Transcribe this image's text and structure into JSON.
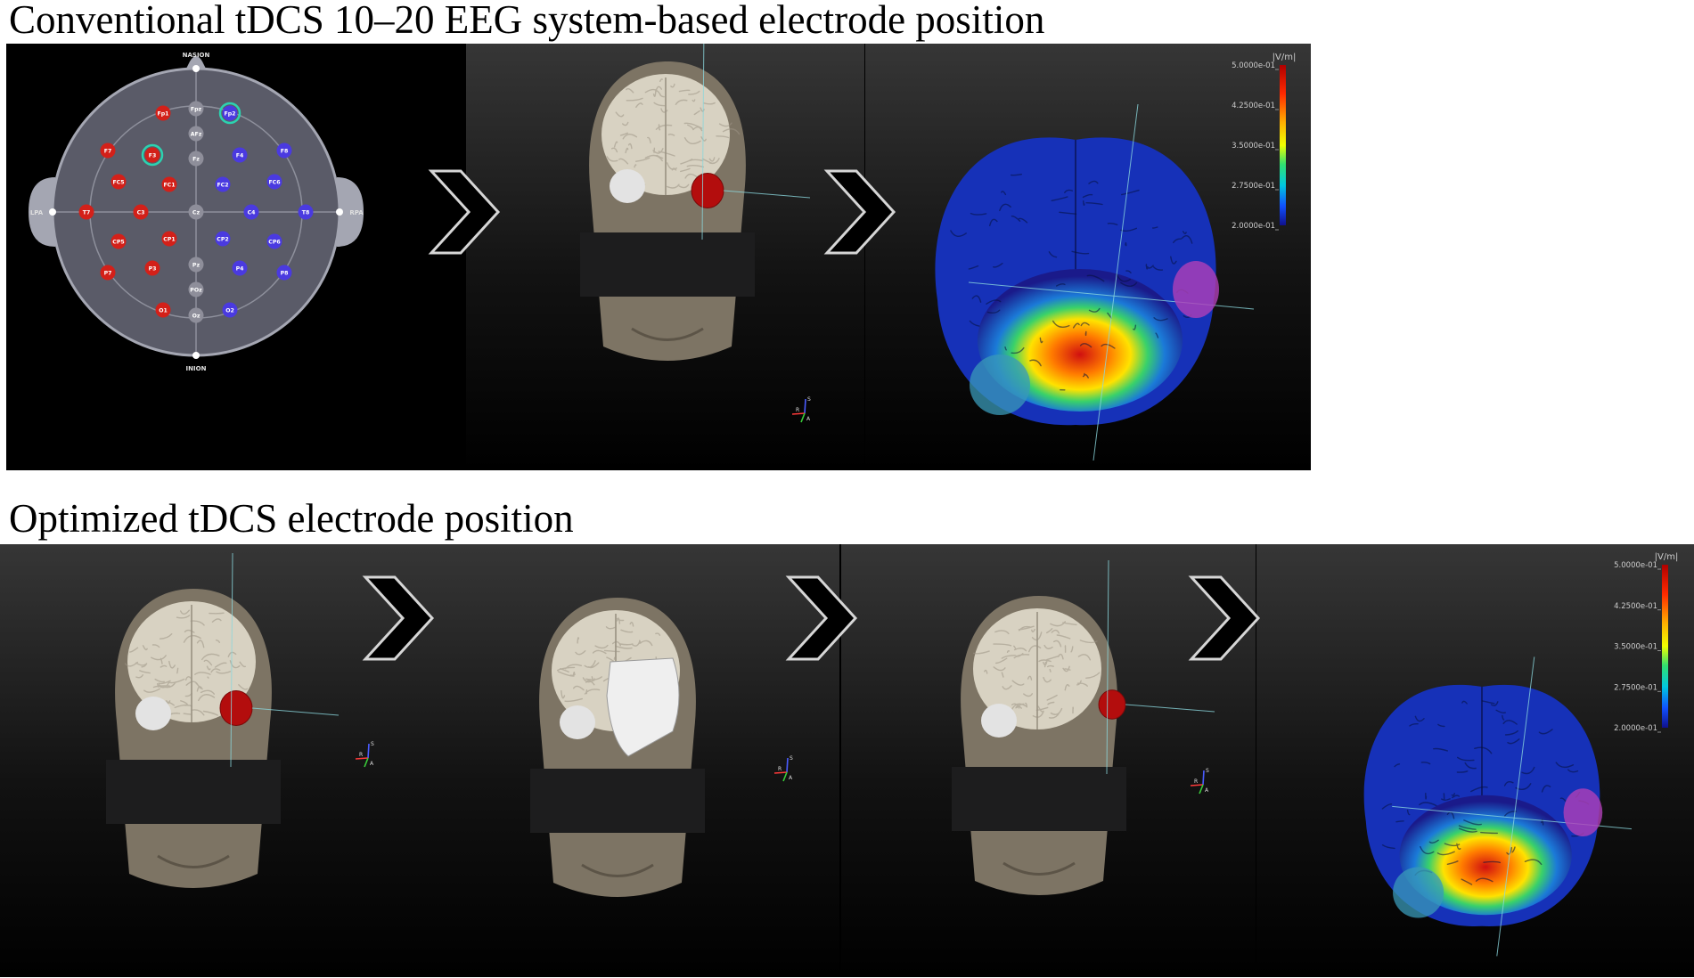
{
  "sections": [
    {
      "title": "Conventional tDCS 10–20 EEG system-based electrode position"
    },
    {
      "title": "Optimized tDCS electrode position"
    }
  ],
  "eeg_map": {
    "landmarks": {
      "nasion": "NASION",
      "inion": "INION",
      "lpa": "LPA",
      "rpa": "RPA"
    },
    "electrodes": [
      {
        "label": "Fp1",
        "color": "#d32019"
      },
      {
        "label": "Fpz",
        "color": "#8e8e9a"
      },
      {
        "label": "Fp2",
        "color": "#4a3ae0"
      },
      {
        "label": "AFz",
        "color": "#8e8e9a"
      },
      {
        "label": "F7",
        "color": "#d32019"
      },
      {
        "label": "F3",
        "color": "#d32019"
      },
      {
        "label": "Fz",
        "color": "#8e8e9a"
      },
      {
        "label": "F4",
        "color": "#4a3ae0"
      },
      {
        "label": "F8",
        "color": "#4a3ae0"
      },
      {
        "label": "FC5",
        "color": "#d32019"
      },
      {
        "label": "FC1",
        "color": "#d32019"
      },
      {
        "label": "FC2",
        "color": "#4a3ae0"
      },
      {
        "label": "FC6",
        "color": "#4a3ae0"
      },
      {
        "label": "T7",
        "color": "#d32019"
      },
      {
        "label": "C3",
        "color": "#d32019"
      },
      {
        "label": "Cz",
        "color": "#8e8e9a"
      },
      {
        "label": "C4",
        "color": "#4a3ae0"
      },
      {
        "label": "T8",
        "color": "#4a3ae0"
      },
      {
        "label": "CP5",
        "color": "#d32019"
      },
      {
        "label": "CP1",
        "color": "#d32019"
      },
      {
        "label": "CP2",
        "color": "#4a3ae0"
      },
      {
        "label": "CP6",
        "color": "#4a3ae0"
      },
      {
        "label": "P7",
        "color": "#d32019"
      },
      {
        "label": "P3",
        "color": "#d32019"
      },
      {
        "label": "Pz",
        "color": "#8e8e9a"
      },
      {
        "label": "P4",
        "color": "#4a3ae0"
      },
      {
        "label": "P8",
        "color": "#4a3ae0"
      },
      {
        "label": "POz",
        "color": "#8e8e9a"
      },
      {
        "label": "O1",
        "color": "#d32019"
      },
      {
        "label": "Oz",
        "color": "#8e8e9a"
      },
      {
        "label": "O2",
        "color": "#4a3ae0"
      }
    ],
    "highlighted": [
      "F3",
      "Fp2"
    ]
  },
  "colorbar": {
    "unit": "|V/m|",
    "ticks": [
      "5.0000e-01",
      "4.2500e-01",
      "3.5000e-01",
      "2.7500e-01",
      "2.0000e-01"
    ]
  },
  "axis_triad": {
    "s": "S",
    "r": "R",
    "a": "A"
  },
  "colors": {
    "anode": "#b30d0d",
    "cathode": "#e3e3e3",
    "brain_tissue": "#d8d2c2",
    "scalp": "#7d7464"
  }
}
